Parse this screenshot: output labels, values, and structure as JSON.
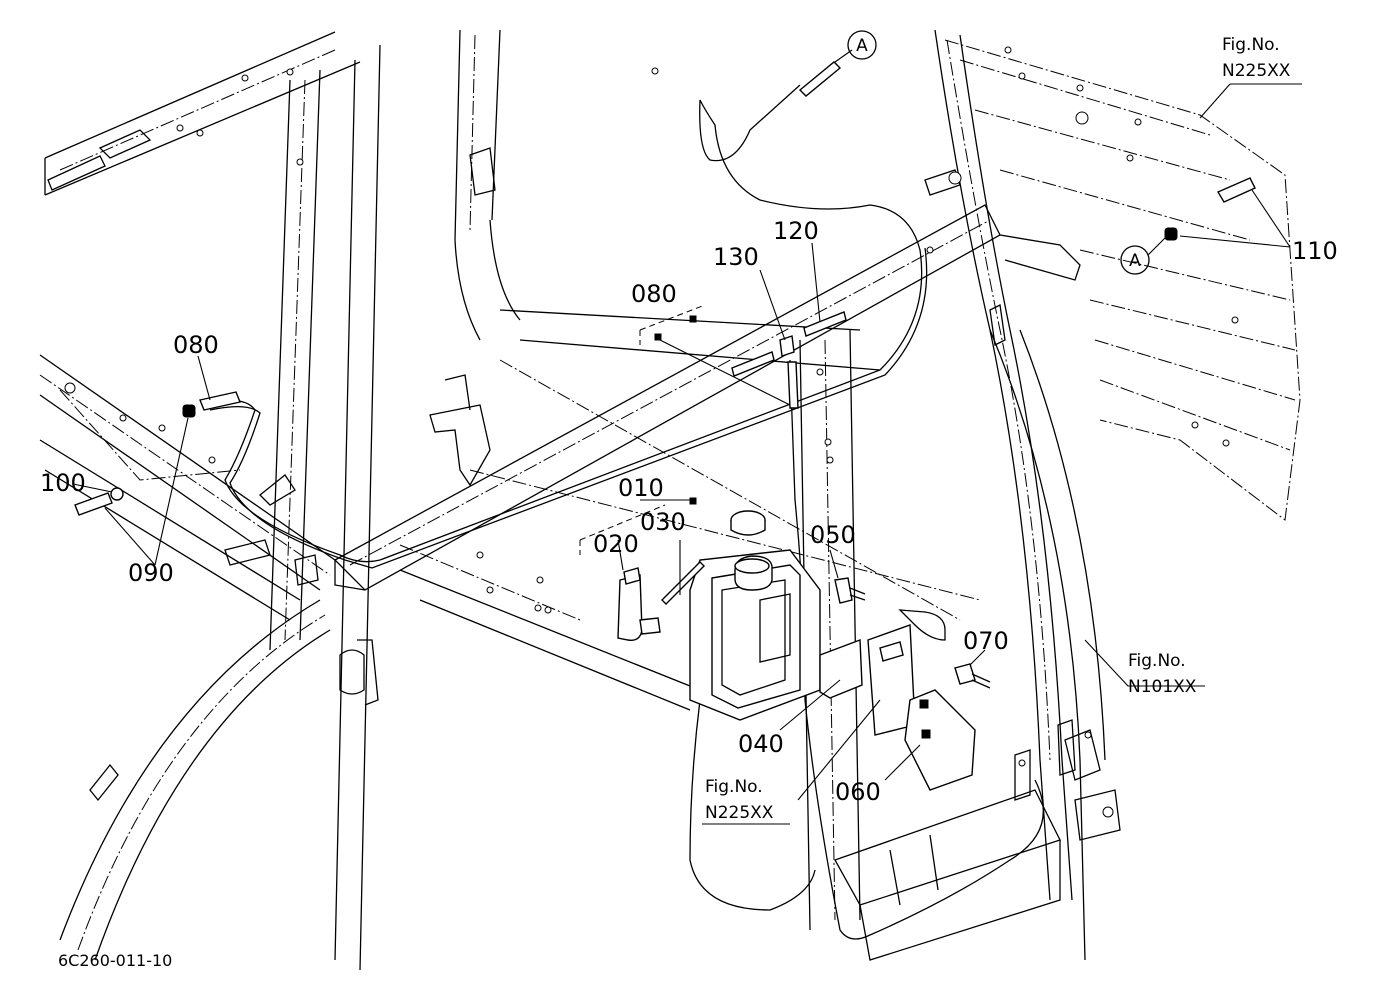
{
  "diagram": {
    "drawing_number": "6C260-011-10",
    "part_labels": [
      "010",
      "020",
      "030",
      "040",
      "050",
      "060",
      "070",
      "080",
      "080",
      "090",
      "100",
      "110",
      "120",
      "130"
    ],
    "callout_letter": "A",
    "figure_refs": [
      {
        "caption": "Fig.No.",
        "code": "N225XX"
      },
      {
        "caption": "Fig.No.",
        "code": "N101XX"
      },
      {
        "caption": "Fig.No.",
        "code": "N225XX"
      }
    ]
  }
}
